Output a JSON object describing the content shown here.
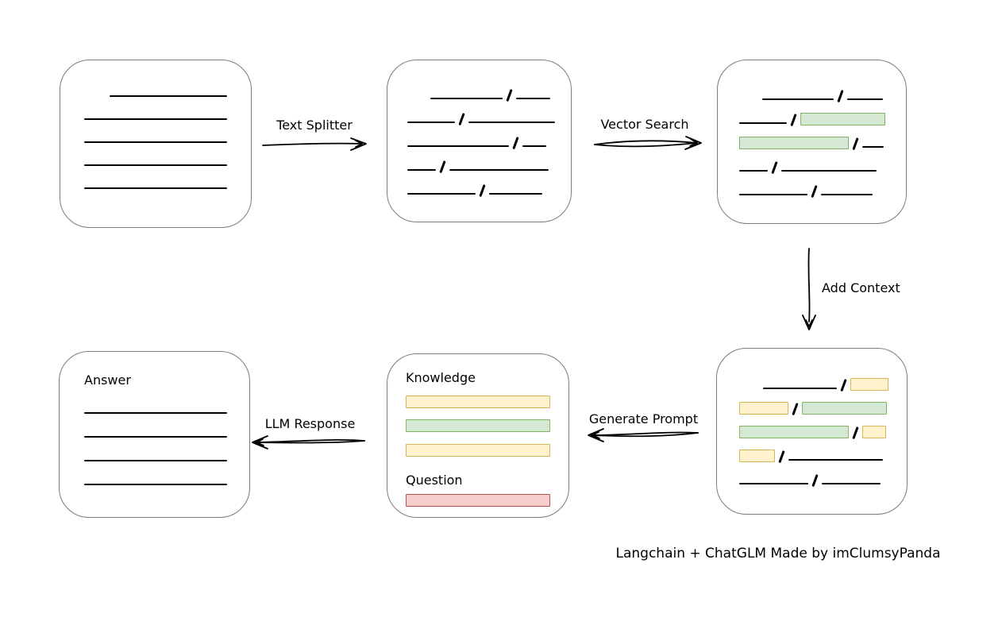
{
  "colors": {
    "green_fill": "#d5e8d4",
    "green_border": "#82b366",
    "yellow_fill": "#fff2cc",
    "yellow_border": "#d6b656",
    "red_fill": "#f8cecc",
    "red_border": "#b85450",
    "line": "#000000",
    "box_border": "#7b7b7b"
  },
  "labels": {
    "text_splitter": "Text Splitter",
    "vector_search": "Vector Search",
    "add_context": "Add Context",
    "generate_prompt": "Generate Prompt",
    "llm_response": "LLM Response",
    "knowledge": "Knowledge",
    "question": "Question",
    "answer": "Answer",
    "caption": "Langchain + ChatGLM Made by imClumsyPanda"
  },
  "boxes": {
    "document": {
      "rows": [
        [
          {
            "t": "gap",
            "w": 32
          },
          {
            "t": "line",
            "w": 148
          }
        ],
        [
          {
            "t": "line",
            "w": 180
          }
        ],
        [
          {
            "t": "line",
            "w": 180
          }
        ],
        [
          {
            "t": "line",
            "w": 180
          }
        ],
        [
          {
            "t": "line",
            "w": 180
          }
        ]
      ]
    },
    "chunks": {
      "rows": [
        [
          {
            "t": "gap",
            "w": 29
          },
          {
            "t": "line",
            "w": 91
          },
          {
            "t": "slash"
          },
          {
            "t": "line",
            "w": 43
          }
        ],
        [
          {
            "t": "line",
            "w": 60
          },
          {
            "t": "slash"
          },
          {
            "t": "line",
            "w": 109
          }
        ],
        [
          {
            "t": "line",
            "w": 128
          },
          {
            "t": "slash"
          },
          {
            "t": "line",
            "w": 30
          }
        ],
        [
          {
            "t": "line",
            "w": 36
          },
          {
            "t": "slash"
          },
          {
            "t": "line",
            "w": 125
          }
        ],
        [
          {
            "t": "line",
            "w": 86
          },
          {
            "t": "slash"
          },
          {
            "t": "line",
            "w": 67
          }
        ]
      ]
    },
    "chunks_matched": {
      "rows": [
        [
          {
            "t": "gap",
            "w": 29
          },
          {
            "t": "line",
            "w": 90
          },
          {
            "t": "slash"
          },
          {
            "t": "line",
            "w": 45
          }
        ],
        [
          {
            "t": "line",
            "w": 60
          },
          {
            "t": "slash"
          },
          {
            "t": "green",
            "w": 107
          }
        ],
        [
          {
            "t": "green",
            "w": 138
          },
          {
            "t": "slash"
          },
          {
            "t": "line",
            "w": 27
          }
        ],
        [
          {
            "t": "line",
            "w": 36
          },
          {
            "t": "slash"
          },
          {
            "t": "line",
            "w": 120
          }
        ],
        [
          {
            "t": "line",
            "w": 86
          },
          {
            "t": "slash"
          },
          {
            "t": "line",
            "w": 65
          }
        ]
      ]
    },
    "chunks_context": {
      "rows": [
        [
          {
            "t": "gap",
            "w": 30
          },
          {
            "t": "line",
            "w": 93
          },
          {
            "t": "slash"
          },
          {
            "t": "yellow",
            "w": 48
          }
        ],
        [
          {
            "t": "yellow",
            "w": 62
          },
          {
            "t": "slash"
          },
          {
            "t": "green",
            "w": 107
          }
        ],
        [
          {
            "t": "green",
            "w": 138
          },
          {
            "t": "slash"
          },
          {
            "t": "yellow",
            "w": 30
          }
        ],
        [
          {
            "t": "yellow",
            "w": 45
          },
          {
            "t": "slash"
          },
          {
            "t": "line",
            "w": 119
          }
        ],
        [
          {
            "t": "line",
            "w": 87
          },
          {
            "t": "slash"
          },
          {
            "t": "line",
            "w": 74
          }
        ]
      ]
    },
    "prompt": {
      "knowledge_bars": [
        "yellow",
        "green",
        "yellow"
      ],
      "question_bars": [
        "red"
      ]
    },
    "answer": {
      "line_count": 4
    }
  }
}
